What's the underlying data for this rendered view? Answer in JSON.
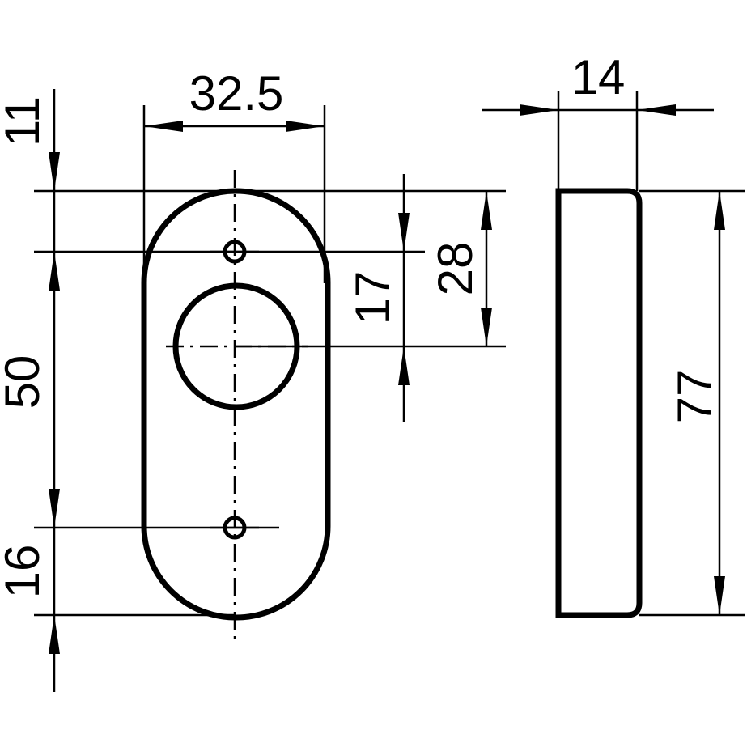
{
  "drawing": {
    "dimensions": {
      "width_front": "32.5",
      "thickness": "14",
      "top_offset": "11",
      "hole_spacing": "50",
      "bottom_offset": "16",
      "cylinder_to_hole": "17",
      "cylinder_to_top": "28",
      "height": "77"
    }
  }
}
